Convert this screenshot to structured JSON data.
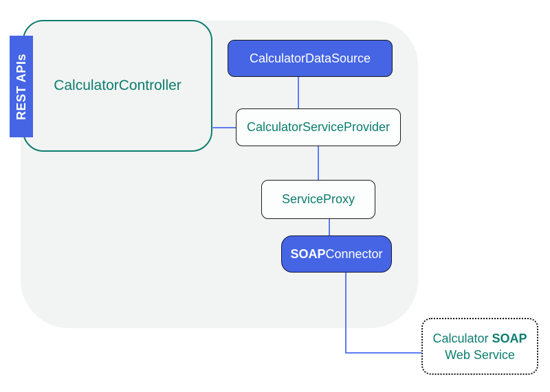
{
  "colors": {
    "canvas-bg": "#ffffff",
    "container-bg": "#f2f3f3",
    "accent-blue": "#4565e4",
    "teal": "#0c7d6e",
    "line-blue": "#5b7cf0",
    "box-border": "#1a1a1a"
  },
  "diagram": {
    "rest_badge": {
      "label": "REST APIs"
    },
    "controller": {
      "label": "CalculatorController"
    },
    "data_source": {
      "label": "CalculatorDataSource"
    },
    "service_provider": {
      "label": "CalculatorServiceProvider"
    },
    "service_proxy": {
      "label": "ServiceProxy"
    },
    "soap_connector": {
      "label_bold": "SOAP",
      "label_rest": "Connector"
    },
    "soap_web_service": {
      "line1_regular": "Calculator",
      "line1_bold": "SOAP",
      "line2": "Web Service"
    }
  }
}
